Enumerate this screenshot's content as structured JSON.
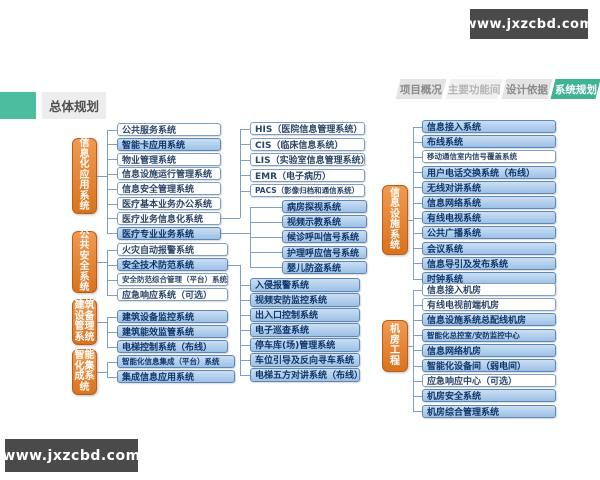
{
  "site_badge": "www.jxzcbd.com",
  "page_title": "总体规划",
  "tabs": [
    {
      "label": "项目概况",
      "active": false
    },
    {
      "label": "主要功能间",
      "active": false
    },
    {
      "label": "设计依据",
      "active": false
    },
    {
      "label": "系统规划",
      "active": true
    }
  ],
  "colors": {
    "accent_green": "#3fb493",
    "label_orange": "#e0762c",
    "node_blue": "#a9c8e8",
    "node_border_blue": "#5d88b8",
    "node_border_gray": "#7f9fc4",
    "connector": "#7f9fc4",
    "badge_bg": "#4a4a4a"
  },
  "diagram": {
    "groups": [
      {
        "id": "info-app",
        "label": "信息化应用系统",
        "label_lines": [
          "信",
          "息",
          "化",
          "应",
          "用",
          "系",
          "统"
        ],
        "nodes": [
          {
            "text": "公共服务系统",
            "variant": "white"
          },
          {
            "text": "智能卡应用系统",
            "variant": "blue"
          },
          {
            "text": "物业管理系统",
            "variant": "white"
          },
          {
            "text": "信息设施运行管理系统",
            "variant": "white"
          },
          {
            "text": "信息安全管理系统",
            "variant": "white"
          },
          {
            "text": "医疗基本业务办公系统",
            "variant": "white"
          },
          {
            "text": "医疗业务信息化系统",
            "variant": "white"
          },
          {
            "text": "医疗专业业务系统",
            "variant": "blue"
          }
        ]
      },
      {
        "id": "public-security",
        "label": "公共安全系统",
        "label_lines": [
          "公",
          "共",
          "安",
          "全",
          "系",
          "统"
        ],
        "nodes": [
          {
            "text": "火灾自动报警系统",
            "variant": "white"
          },
          {
            "text": "安全技术防范系统",
            "variant": "blue"
          },
          {
            "text": "安全防范综合管理（平台）系统",
            "variant": "white",
            "small": true
          },
          {
            "text": "应急响应系统（可选）",
            "variant": "white"
          }
        ]
      },
      {
        "id": "building-mgmt",
        "label": "建筑设备管理系统",
        "label_lines": [
          "建筑",
          "设备",
          "管理",
          "系统"
        ],
        "nodes": [
          {
            "text": "建筑设备监控系统",
            "variant": "blue"
          },
          {
            "text": "建筑能效监管系统",
            "variant": "blue"
          },
          {
            "text": "电梯控制系统（布线）",
            "variant": "blue"
          }
        ]
      },
      {
        "id": "intelligent-integration",
        "label": "智能化集成系统",
        "label_lines": [
          "智能",
          "化集",
          "成系",
          "统"
        ],
        "nodes": [
          {
            "text": "智能化信息集成（平台）系统",
            "variant": "blue",
            "small": true
          },
          {
            "text": "集成信息应用系统",
            "variant": "blue"
          }
        ]
      },
      {
        "id": "his",
        "parent": "医疗业务信息化系统",
        "nodes": [
          {
            "text": "HIS（医院信息管理系统）",
            "variant": "white"
          },
          {
            "text": "CIS（临床信息系统）",
            "variant": "white"
          },
          {
            "text": "LIS（实验室信息管理系统）",
            "variant": "white"
          },
          {
            "text": "EMR（电子病历）",
            "variant": "white"
          },
          {
            "text": "PACS（影像归档和通信系统）",
            "variant": "white",
            "small": true
          }
        ]
      },
      {
        "id": "ward",
        "parent": "医疗专业业务系统",
        "nodes": [
          {
            "text": "病房探视系统",
            "variant": "blue"
          },
          {
            "text": "视频示教系统",
            "variant": "blue"
          },
          {
            "text": "候诊呼叫信号系统",
            "variant": "blue"
          },
          {
            "text": "护理呼应信号系统",
            "variant": "blue"
          },
          {
            "text": "婴儿防盗系统",
            "variant": "blue"
          }
        ]
      },
      {
        "id": "security-sub",
        "parent": "安全技术防范系统",
        "nodes": [
          {
            "text": "入侵报警系统",
            "variant": "blue"
          },
          {
            "text": "视频安防监控系统",
            "variant": "blue"
          },
          {
            "text": "出入口控制系统",
            "variant": "blue"
          },
          {
            "text": "电子巡查系统",
            "variant": "blue"
          },
          {
            "text": "停车库(场)管理系统",
            "variant": "blue"
          },
          {
            "text": "车位引导及反向寻车系统",
            "variant": "blue"
          },
          {
            "text": "电梯五方对讲系统（布线）",
            "variant": "blue"
          }
        ]
      },
      {
        "id": "info-facility",
        "label": "信息设施系统",
        "label_lines": [
          "信",
          "息",
          "设",
          "施",
          "系",
          "统"
        ],
        "nodes": [
          {
            "text": "信息接入系统",
            "variant": "blue"
          },
          {
            "text": "布线系统",
            "variant": "blue"
          },
          {
            "text": "移动通信室内信号覆盖系统",
            "variant": "white",
            "small": true
          },
          {
            "text": "用户电话交换系统（布线）",
            "variant": "blue"
          },
          {
            "text": "无线对讲系统",
            "variant": "blue"
          },
          {
            "text": "信息网络系统",
            "variant": "blue"
          },
          {
            "text": "有线电视系统",
            "variant": "blue"
          },
          {
            "text": "公共广播系统",
            "variant": "blue"
          },
          {
            "text": "会议系统",
            "variant": "blue"
          },
          {
            "text": "信息导引及发布系统",
            "variant": "blue"
          },
          {
            "text": "时钟系统",
            "variant": "blue"
          }
        ]
      },
      {
        "id": "machine-room",
        "label": "机房工程",
        "label_lines": [
          "机",
          "房",
          "工",
          "程"
        ],
        "nodes": [
          {
            "text": "信息接入机房",
            "variant": "white"
          },
          {
            "text": "有线电视前端机房",
            "variant": "white"
          },
          {
            "text": "信息设施系统总配线机房",
            "variant": "blue"
          },
          {
            "text": "智能化总控室/安防监控中心",
            "variant": "blue",
            "small": true
          },
          {
            "text": "信息网络机房",
            "variant": "blue"
          },
          {
            "text": "智能化设备间（弱电间）",
            "variant": "blue"
          },
          {
            "text": "应急响应中心（可选）",
            "variant": "white"
          },
          {
            "text": "机房安全系统",
            "variant": "blue"
          },
          {
            "text": "机房综合管理系统",
            "variant": "blue"
          }
        ]
      }
    ]
  }
}
